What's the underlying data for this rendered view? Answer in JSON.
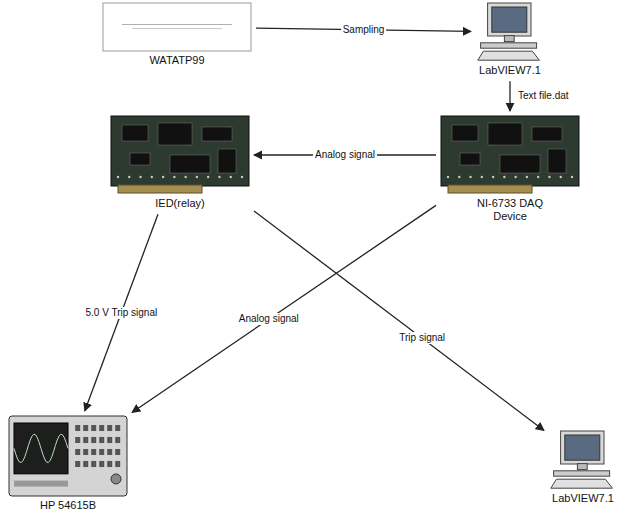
{
  "diagram": {
    "nodes": [
      {
        "text": [
          "WATATP99"
        ]
      },
      {
        "text": [
          "LabVIEW7.1"
        ]
      },
      {
        "text": [
          "IED(relay)"
        ]
      },
      {
        "text": [
          "NI-6733 DAQ Device"
        ]
      },
      {
        "text": [
          "HP 54615B"
        ]
      },
      {
        "text": [
          "LabVIEW7.1"
        ]
      }
    ],
    "edges": [
      {
        "from": 0,
        "to": 1,
        "label": "Sampling",
        "arrow": "to"
      },
      {
        "from": 1,
        "to": 3,
        "label": "Text file.dat",
        "arrow": "to"
      },
      {
        "from": 3,
        "to": 2,
        "label": "Analog signal",
        "arrow": "to"
      },
      {
        "from": 3,
        "to": 4,
        "label": "Analog signal",
        "arrow": "to"
      },
      {
        "from": 2,
        "to": 4,
        "label": "5.0 V Trip signal",
        "arrow": "to"
      },
      {
        "from": 2,
        "to": 5,
        "label": "Trip signal",
        "arrow": "to"
      }
    ]
  }
}
